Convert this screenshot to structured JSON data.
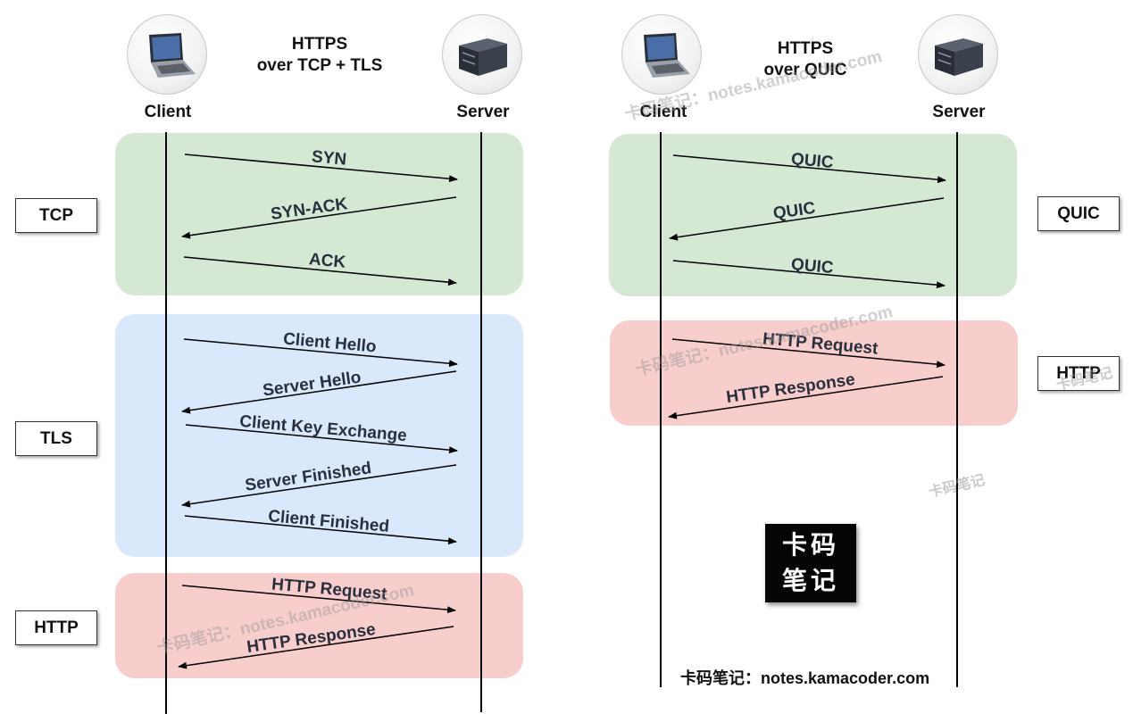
{
  "left": {
    "title": "HTTPS\nover TCP + TLS",
    "client_label": "Client",
    "server_label": "Server",
    "phases": {
      "tcp": "TCP",
      "tls": "TLS",
      "http": "HTTP"
    },
    "messages": {
      "syn": "SYN",
      "syn_ack": "SYN-ACK",
      "ack": "ACK",
      "client_hello": "Client Hello",
      "server_hello": "Server Hello",
      "client_key_exchange": "Client Key Exchange",
      "server_finished": "Server Finished",
      "client_finished": "Client Finished",
      "http_request": "HTTP Request",
      "http_response": "HTTP Response"
    }
  },
  "right": {
    "title": "HTTPS\nover QUIC",
    "client_label": "Client",
    "server_label": "Server",
    "phases": {
      "quic": "QUIC",
      "http": "HTTP"
    },
    "messages": {
      "quic_1": "QUIC",
      "quic_2": "QUIC",
      "quic_3": "QUIC",
      "http_request": "HTTP Request",
      "http_response": "HTTP Response"
    }
  },
  "watermarks": {
    "full": "卡码笔记：notes.kamacoder.com",
    "short": "卡码笔记"
  },
  "logo": {
    "line1": "卡码",
    "line2": "笔记"
  },
  "footer": "卡码笔记：notes.kamacoder.com",
  "colors": {
    "tcp_phase": "#d5e8d4",
    "tls_phase": "#dae8fc",
    "http_phase": "#f8cecc",
    "arrow": "#000000"
  }
}
